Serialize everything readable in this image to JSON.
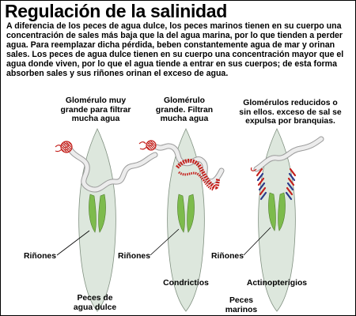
{
  "title": "Regulación de la salinidad",
  "intro": "A diferencia de los peces de agua dulce, los peces marinos tienen en su cuerpo una concentración de sales más baja que la del agua marina, por lo que tienden a perder agua. Para reemplazar dicha pérdida, beben constantemente agua de mar y orinan sales. Los peces de agua dulce tienen en su cuerpo una concentración mayor que el agua donde viven, por lo que el agua tiende a entrar en sus cuerpos; de esta forma absorben sales y sus riñones orinan el exceso de agua.",
  "fish1": {
    "glomerulus_label": [
      "Glomérulo muy",
      "grande para filtrar",
      "mucha agua"
    ],
    "kidney_label": "Riñones",
    "group_label": [
      "Peces de",
      "agua dulce"
    ]
  },
  "fish2": {
    "glomerulus_label": [
      "Glomérulo",
      "grande. Filtran",
      "mucha agua"
    ],
    "kidney_label": "Riñones",
    "name_label": "Condrictios"
  },
  "fish3": {
    "glomerulus_label": [
      "Glomérulos reducidos o",
      "sin ellos. exceso de sal se",
      "expulsa por branquias."
    ],
    "kidney_label": "Riñones",
    "name_label": "Actinopterigios"
  },
  "marine_label": [
    "Peces",
    "marinos"
  ],
  "colors": {
    "body_fill": "#dde7dd",
    "body_stroke": "#7f8f7f",
    "kidney": "#7dbb4c",
    "tubule": "#ececec",
    "glomerulus": "#c4201c",
    "gill": "#2a3a8a"
  }
}
